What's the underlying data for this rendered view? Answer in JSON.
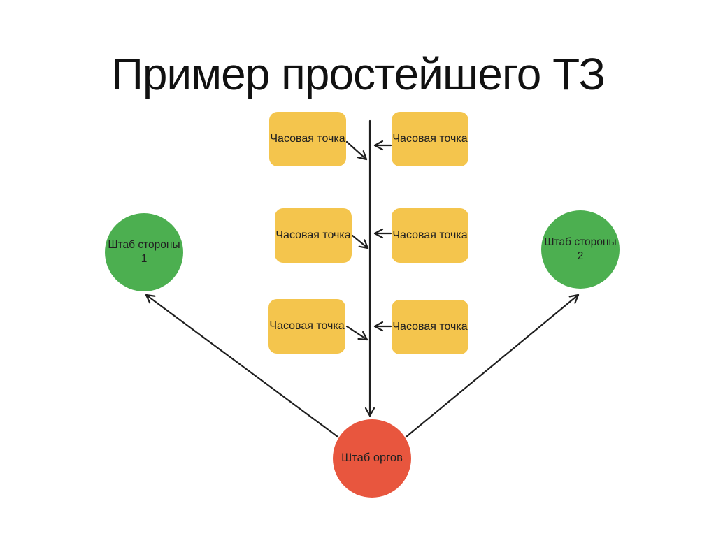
{
  "title": "Пример простейшего ТЗ",
  "colors": {
    "checkpoint_yellow": "#f4c54d",
    "hq_side_green": "#4caf50",
    "hq_org_red": "#e8563e",
    "connector_line": "#1f1f1f",
    "node_text": "#212121",
    "background": "#ffffff"
  },
  "diagram": {
    "checkpoints": [
      "Часовая точка",
      "Часовая точка",
      "Часовая точка",
      "Часовая точка",
      "Часовая точка",
      "Часовая точка"
    ],
    "hq_side_1": {
      "line1": "Штаб стороны",
      "line2": "1"
    },
    "hq_side_2": {
      "line1": "Штаб стороны",
      "line2": "2"
    },
    "hq_org": {
      "label": "Штаб оргов"
    }
  }
}
